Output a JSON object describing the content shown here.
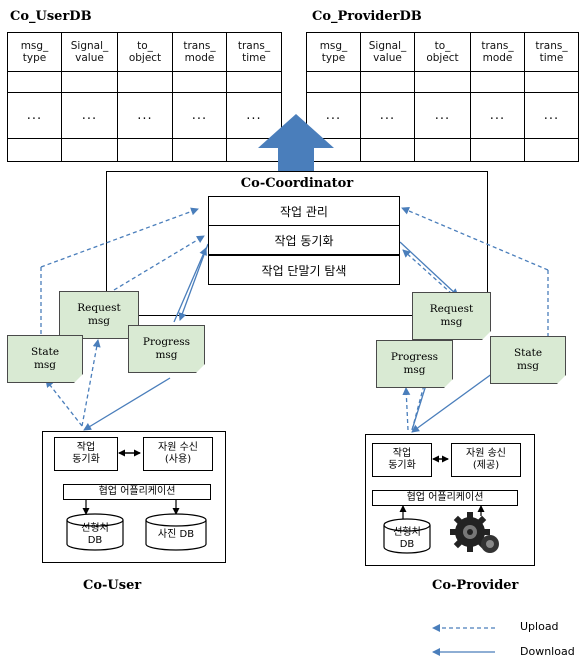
{
  "user_db": {
    "title": "Co_UserDB",
    "headers": [
      "msg_\ntype",
      "Signal_\nvalue",
      "to_\nobject",
      "trans_\nmode",
      "trans_\ntime"
    ],
    "ellipsis": "..."
  },
  "provider_db": {
    "title": "Co_ProviderDB",
    "headers": [
      "msg_\ntype",
      "Signal_\nvalue",
      "to_\nobject",
      "trans_\nmode",
      "trans_\ntime"
    ],
    "ellipsis": "..."
  },
  "coordinator": {
    "title": "Co-Coordinator",
    "tasks": [
      "작업 관리",
      "작업 동기화",
      "작업 단말기 탐색"
    ]
  },
  "notes": {
    "user_request": "Request\nmsg",
    "user_state": "State\nmsg",
    "user_progress": "Progress\nmsg",
    "provider_request": "Request\nmsg",
    "provider_progress": "Progress\nmsg",
    "provider_state": "State\nmsg"
  },
  "co_user": {
    "label": "Co-User",
    "sync": "작업\n동기화",
    "resource": "자원 수신\n(사용)",
    "app": "협업 어플리케이션",
    "db1": "선형처\nDB",
    "db2": "사진 DB"
  },
  "co_provider": {
    "label": "Co-Provider",
    "sync": "작업\n동기화",
    "resource": "자원 송신\n(제공)",
    "app": "협업 어플리케이션",
    "db1": "선형처\nDB"
  },
  "legend": {
    "upload": "Upload",
    "download": "Download"
  },
  "colors": {
    "arrow_blue": "#4a7ebb",
    "note_fill": "#d9ead3"
  }
}
